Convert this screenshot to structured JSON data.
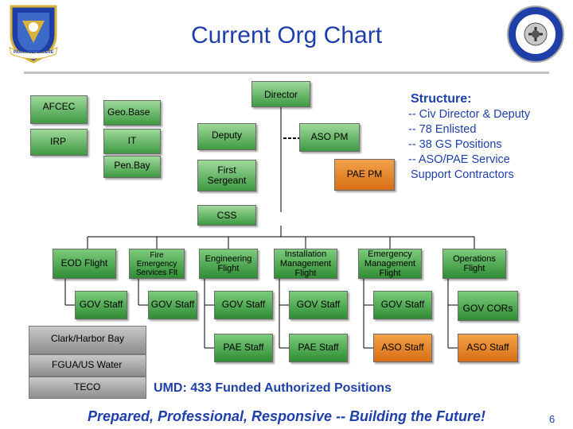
{
  "title": "Current Org Chart",
  "colors": {
    "title_blue": "#1f3fa8",
    "box_green": "#4aa64c",
    "box_orange": "#e8811f",
    "box_gray": "#a8a8a8"
  },
  "icons": {
    "left_logo": "shield-emblem-icon",
    "right_logo": "seal-emblem-icon"
  },
  "left_logo_motto": "PARATI DEFENDERE",
  "org": {
    "director": "Director",
    "afcec": "AFCEC",
    "geobase": "Geo.Base",
    "irp": "IRP",
    "it": "IT",
    "deputy": "Deputy",
    "aso_pm": "ASO PM",
    "penbay": "Pen.Bay",
    "first_sergeant": "First Sergeant",
    "pae_pm": "PAE PM",
    "css": "CSS",
    "eod_flight": "EOD Flight",
    "fire_flight": "Fire Emergency Services Flt",
    "engineering_flight": "Engineering Flight",
    "installation_mgmt": "Installation Management Flight",
    "emergency_mgmt": "Emergency Management Flight",
    "operations_flight": "Operations Flight",
    "gov_staff": "GOV Staff",
    "gov_cors": "GOV CORs",
    "pae_staff": "PAE Staff",
    "aso_staff_1": "ASO  Staff",
    "aso_staff_2": "ASO Staff",
    "clark_harbor": "Clark/Harbor Bay",
    "fgua": "FGUA/US Water",
    "teco": "TECO"
  },
  "structure": {
    "heading": "Structure:",
    "lines": [
      "-- Civ Director & Deputy",
      "-- 78 Enlisted",
      "-- 38 GS Positions",
      "-- ASO/PAE Service",
      "Support Contractors"
    ]
  },
  "umd": "UMD: 433 Funded Authorized Positions",
  "tagline": "Prepared, Professional, Responsive -- Building the Future!",
  "page_number": "6"
}
